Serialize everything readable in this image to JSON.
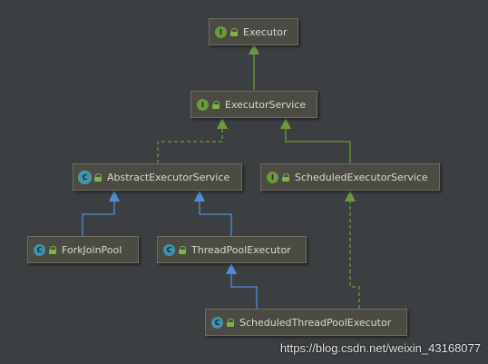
{
  "nodes": {
    "executor": {
      "label": "Executor",
      "badge": "I"
    },
    "executor_service": {
      "label": "ExecutorService",
      "badge": "I"
    },
    "abstract_executor_service": {
      "label": "AbstractExecutorService",
      "badge": "C"
    },
    "scheduled_executor_service": {
      "label": "ScheduledExecutorService",
      "badge": "I"
    },
    "fork_join_pool": {
      "label": "ForkJoinPool",
      "badge": "C"
    },
    "thread_pool_executor": {
      "label": "ThreadPoolExecutor",
      "badge": "C"
    },
    "scheduled_thread_pool_executor": {
      "label": "ScheduledThreadPoolExecutor",
      "badge": "C"
    }
  },
  "watermark": "https://blog.csdn.net/weixin_43168077",
  "colors": {
    "background": "#3c3f41",
    "interface_edge": "#6a9a3c",
    "class_edge": "#4f8fd0"
  }
}
